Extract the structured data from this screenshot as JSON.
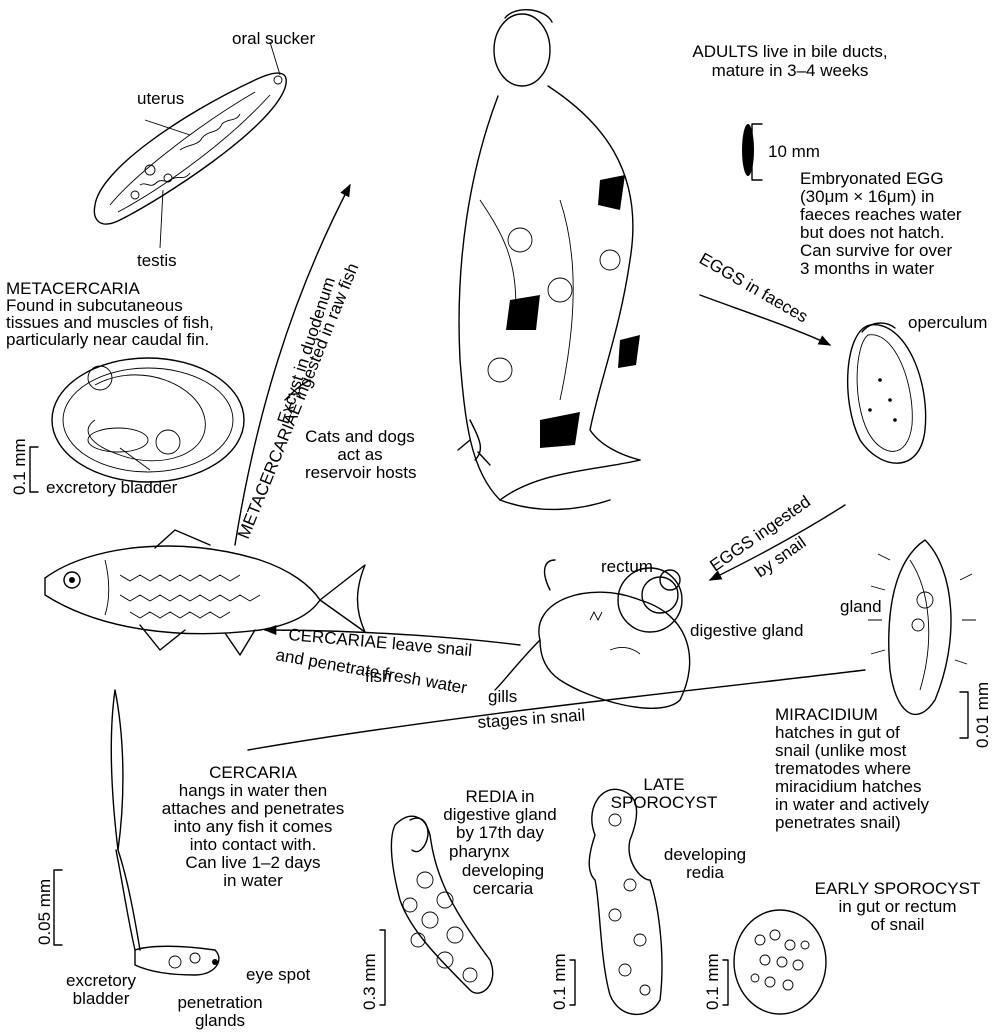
{
  "labels": {
    "oral_sucker": "oral sucker",
    "uterus": "uterus",
    "testis": "testis",
    "metacercaria_title": "METACERCARIA",
    "metacercaria_desc": [
      "Found in subcutaneous",
      "tissues and muscles of fish,",
      "particularly near caudal fin."
    ],
    "excretory_bladder_meta": "excretory bladder",
    "scale_meta": "0.1 mm",
    "ingested_arrow": "METACERCARIAE ingested in raw fish",
    "excyst": "Excyst in duodenum",
    "reservoir": [
      "Cats and dogs",
      "act as",
      "reservoir hosts"
    ],
    "adults": [
      "ADULTS live in bile ducts,",
      "mature in 3–4 weeks"
    ],
    "scale_adult": "10 mm",
    "egg_desc": [
      "Embryonated EGG",
      "(30μm × 16μm) in",
      "faeces reaches water",
      "but does not hatch.",
      "Can survive for over",
      "3 months in water"
    ],
    "eggs_in_faeces": "EGGS in faeces",
    "operculum": "operculum",
    "eggs_ingested": "EGGS ingested",
    "by_snail": "by snail",
    "rectum": "rectum",
    "gland": "gland",
    "digestive_gland": "digestive gland",
    "gills": "gills",
    "cercariae_leave": "CERCARIAE leave snail",
    "penetrate": "and penetrate fresh water",
    "fish_word": "fish",
    "stages_in_snail": "stages in snail",
    "miracidium": [
      "MIRACIDIUM",
      "hatches in gut of",
      "snail (unlike most",
      "trematodes where",
      "miracidium hatches",
      "in water and actively",
      "penetrates snail)"
    ],
    "scale_miracidium": "0.01 mm",
    "cercaria": [
      "CERCARIA",
      "hangs in water then",
      "attaches and penetrates",
      "into any fish it comes",
      "into contact with.",
      "Can live 1–2 days",
      "in water"
    ],
    "scale_cercaria": "0.05 mm",
    "excretory_bladder_cer": [
      "excretory",
      "bladder"
    ],
    "penetration_glands": [
      "penetration",
      "glands"
    ],
    "eye_spot": "eye spot",
    "redia": [
      "REDIA in",
      "digestive gland",
      "by 17th day"
    ],
    "pharynx": "pharynx",
    "developing_cercaria": [
      "developing",
      "cercaria"
    ],
    "scale_redia": "0.3 mm",
    "late_sporocyst": [
      "LATE",
      "SPOROCYST"
    ],
    "developing_redia": [
      "developing",
      "redia"
    ],
    "scale_late": "0.1 mm",
    "early_sporocyst": [
      "EARLY SPOROCYST",
      "in gut or rectum",
      "of snail"
    ],
    "scale_early": "0.1 mm"
  }
}
